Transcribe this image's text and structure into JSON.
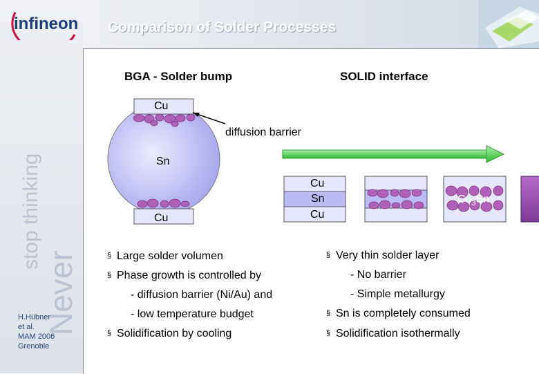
{
  "header": {
    "title": "Comparison of Solder Processes",
    "logo_text": "infineon",
    "tagline_line1": "Never",
    "tagline_line2": "stop thinking"
  },
  "credit": [
    "H.Hübner",
    "et al.",
    "MAM 2006",
    "Grenoble"
  ],
  "diagram": {
    "left_heading": "BGA - Solder bump",
    "right_heading": "SOLID interface",
    "bump_top_label": "Cu",
    "bump_middle_label": "Sn",
    "bump_bottom_label": "Cu",
    "barrier_label": "diffusion barrier",
    "stack_labels": [
      "Cu",
      "Sn",
      "Cu"
    ],
    "result_label_base": "Cu",
    "result_label_sub": "3",
    "result_label_tail": "Sn",
    "colors": {
      "cu_fill": "#e6e6ff",
      "sn_fill": "#bbbbf5",
      "imc_fill": "#b060b8",
      "arrow_fill": "#55e055",
      "result_fill": "#9a4fb0"
    }
  },
  "bullets_left": [
    {
      "text": "Large solder volumen",
      "type": "bullet"
    },
    {
      "text": "Phase growth is controlled by",
      "type": "bullet"
    },
    {
      "text": "- diffusion barrier (Ni/Au) and",
      "type": "sub"
    },
    {
      "text": "- low temperature budget",
      "type": "sub"
    },
    {
      "text": "Solidification by cooling",
      "type": "bullet"
    }
  ],
  "bullets_right": [
    {
      "text": "Very thin solder layer",
      "type": "bullet"
    },
    {
      "text": "- No barrier",
      "type": "sub"
    },
    {
      "text": "- Simple metallurgy",
      "type": "sub"
    },
    {
      "text": "Sn is completely consumed",
      "type": "bullet"
    },
    {
      "text": "Solidification isothermally",
      "type": "bullet"
    }
  ],
  "bullet_glyph": "§"
}
